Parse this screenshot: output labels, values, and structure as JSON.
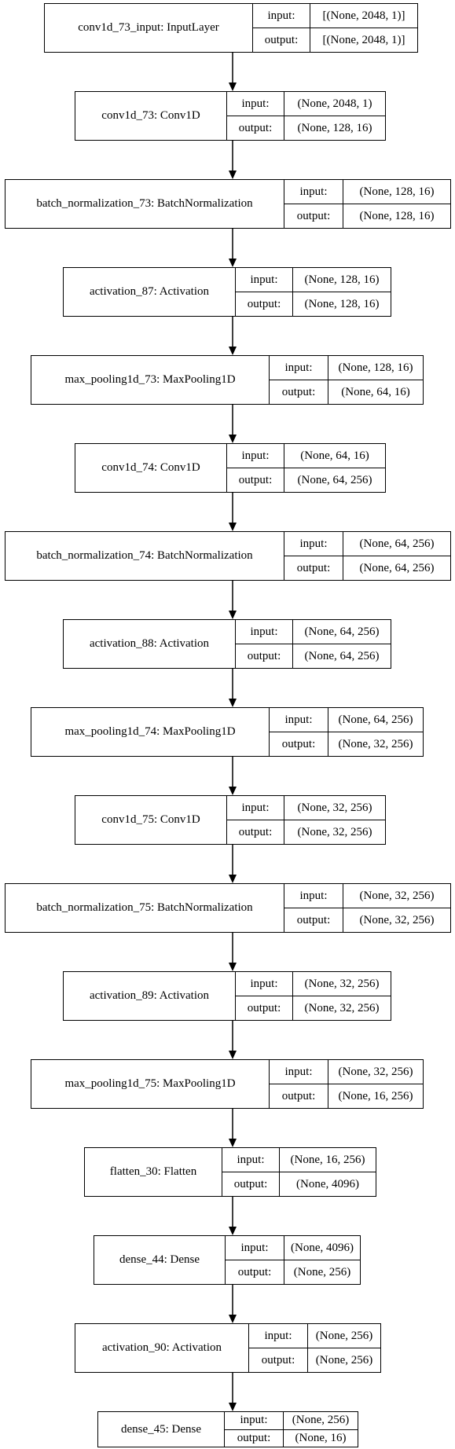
{
  "io_labels": {
    "input": "input:",
    "output": "output:"
  },
  "layers": [
    {
      "name": "conv1d_73_input: InputLayer",
      "input": "[(None, 2048, 1)]",
      "output": "[(None, 2048, 1)]"
    },
    {
      "name": "conv1d_73: Conv1D",
      "input": "(None, 2048, 1)",
      "output": "(None, 128, 16)"
    },
    {
      "name": "batch_normalization_73: BatchNormalization",
      "input": "(None, 128, 16)",
      "output": "(None, 128, 16)"
    },
    {
      "name": "activation_87: Activation",
      "input": "(None, 128, 16)",
      "output": "(None, 128, 16)"
    },
    {
      "name": "max_pooling1d_73: MaxPooling1D",
      "input": "(None, 128, 16)",
      "output": "(None, 64, 16)"
    },
    {
      "name": "conv1d_74: Conv1D",
      "input": "(None, 64, 16)",
      "output": "(None, 64, 256)"
    },
    {
      "name": "batch_normalization_74: BatchNormalization",
      "input": "(None, 64, 256)",
      "output": "(None, 64, 256)"
    },
    {
      "name": "activation_88: Activation",
      "input": "(None, 64, 256)",
      "output": "(None, 64, 256)"
    },
    {
      "name": "max_pooling1d_74: MaxPooling1D",
      "input": "(None, 64, 256)",
      "output": "(None, 32, 256)"
    },
    {
      "name": "conv1d_75: Conv1D",
      "input": "(None, 32, 256)",
      "output": "(None, 32, 256)"
    },
    {
      "name": "batch_normalization_75: BatchNormalization",
      "input": "(None, 32, 256)",
      "output": "(None, 32, 256)"
    },
    {
      "name": "activation_89: Activation",
      "input": "(None, 32, 256)",
      "output": "(None, 32, 256)"
    },
    {
      "name": "max_pooling1d_75: MaxPooling1D",
      "input": "(None, 32, 256)",
      "output": "(None, 16, 256)"
    },
    {
      "name": "flatten_30: Flatten",
      "input": "(None, 16, 256)",
      "output": "(None, 4096)"
    },
    {
      "name": "dense_44: Dense",
      "input": "(None, 4096)",
      "output": "(None, 256)"
    },
    {
      "name": "activation_90: Activation",
      "input": "(None, 256)",
      "output": "(None, 256)"
    },
    {
      "name": "dense_45: Dense",
      "input": "(None, 256)",
      "output": "(None, 16)"
    }
  ]
}
